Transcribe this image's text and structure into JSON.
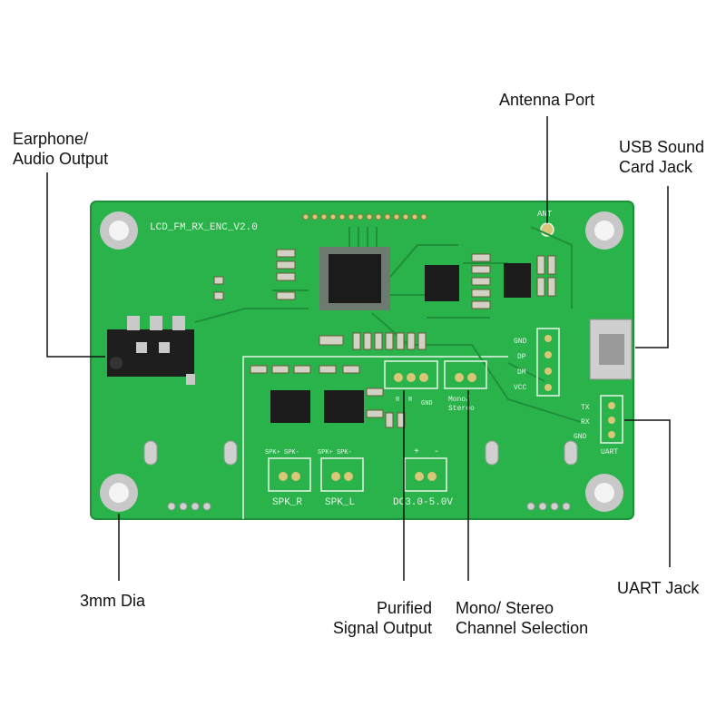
{
  "colors": {
    "pcb": "#29b34a",
    "pcb_dark": "#1f8f3a",
    "silkscreen": "#e8f5e9",
    "leader": "#111111",
    "chip": "#1b1b1b",
    "hole_ring": "#c8c8c8"
  },
  "labels": {
    "earphone": [
      "Earphone/",
      "Audio Output"
    ],
    "antenna": "Antenna Port",
    "usb": [
      "USB Sound",
      "Card Jack"
    ],
    "dia": "3mm Dia",
    "purified": [
      "Purified",
      "Signal Output"
    ],
    "mono": [
      "Mono/ Stereo",
      "Channel Selection"
    ],
    "uart": "UART Jack"
  },
  "silkscreen": {
    "board_name": "LCD_FM_RX_ENC_V2.0",
    "ant": "ANT",
    "usb_pins": [
      "GND",
      "DP",
      "DM",
      "VCC"
    ],
    "uart_pins": [
      "TX",
      "RX",
      "GND"
    ],
    "uart": "UART",
    "spk_pins": "SPK+ SPK-",
    "spk_r": "SPK_R",
    "spk_l": "SPK_L",
    "dc": "DC3.0-5.0V",
    "dc_plus": "+",
    "dc_minus": "-",
    "mono": "Mono/",
    "stereo": "Stereo",
    "ch_pins": [
      "R",
      "R",
      "GND"
    ]
  }
}
